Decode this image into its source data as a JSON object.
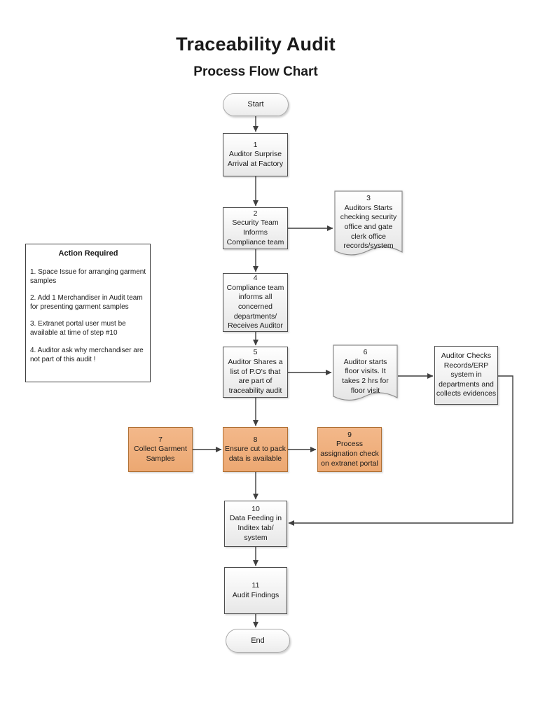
{
  "title": "Traceability Audit",
  "subtitle": "Process Flow Chart",
  "terminals": {
    "start": "Start",
    "end": "End"
  },
  "action_note": {
    "title": "Action Required",
    "items": [
      "1. Space Issue for arranging garment\nsamples",
      "2. Add 1 Merchandiser in Audit team\nfor presenting garment samples",
      "3. Extranet portal user must be\navailable at time of step #10",
      "4. Auditor ask why merchandiser are\nnot part of this audit !"
    ]
  },
  "nodes": {
    "n1": {
      "num": "1",
      "text": "Auditor Surprise\nArrival at Factory"
    },
    "n2": {
      "num": "2",
      "text": "Security Team\nInforms\nCompliance team"
    },
    "n3": {
      "num": "3",
      "text": "Auditors Starts\nchecking security\noffice and gate\nclerk office\nrecords/system"
    },
    "n4": {
      "num": "4",
      "text": "Compliance team\ninforms all\nconcerned\ndepartments/\nReceives Auditor"
    },
    "n5": {
      "num": "5",
      "text": "Auditor Shares a\nlist of P.O's that\nare part of\ntraceability audit"
    },
    "n6": {
      "num": "6",
      "text": "Auditor starts\nfloor visits. It\ntakes 2 hrs for\nfloor visit"
    },
    "n7": {
      "num": "7",
      "text": "Collect Garment\nSamples"
    },
    "n8": {
      "num": "8",
      "text": "Ensure cut to pack\ndata is available"
    },
    "n9": {
      "num": "9",
      "text": "Process\nassignation check\non extranet portal"
    },
    "n10": {
      "num": "10",
      "text": "Data Feeding in\nInditex tab/\nsystem"
    },
    "n11": {
      "num": "11",
      "text": "Audit Findings"
    },
    "auditor_checks": {
      "text": "Auditor Checks\nRecords/ERP\nsystem in\ndepartments and\ncollects evidences"
    }
  },
  "colors": {
    "box_border": "#4d4d4d",
    "box_fill": "#ffffff",
    "highlight_fill": "#f2b285",
    "highlight_border": "#b06f33",
    "connector": "#3f3f3f"
  }
}
